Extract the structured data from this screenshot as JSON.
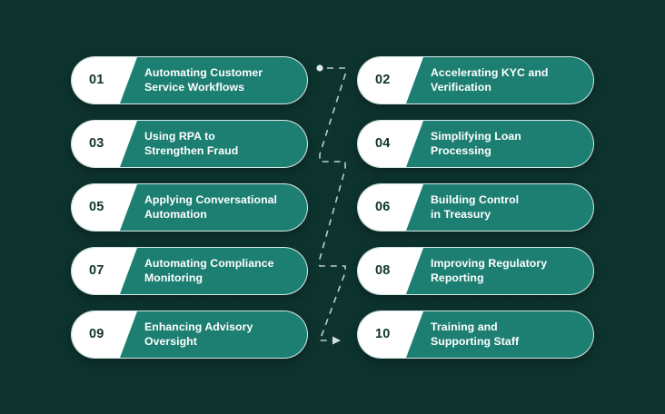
{
  "theme": {
    "background": "#0d332e",
    "pill_fill": "#1d7f72",
    "pill_border": "#ffffff",
    "number_bg": "#ffffff",
    "number_text": "#10332e",
    "label_text": "#ffffff",
    "connector": "#b9cfca"
  },
  "connector": {
    "start_marker": "dot-marker",
    "end_marker": "arrow-marker",
    "style": "dashed-zigzag"
  },
  "left_column": [
    {
      "number": "01",
      "label": "Automating Customer\nService Workflows"
    },
    {
      "number": "03",
      "label": "Using RPA to\nStrengthen Fraud"
    },
    {
      "number": "05",
      "label": "Applying Conversational\nAutomation"
    },
    {
      "number": "07",
      "label": "Automating Compliance\nMonitoring"
    },
    {
      "number": "09",
      "label": "Enhancing Advisory\nOversight"
    }
  ],
  "right_column": [
    {
      "number": "02",
      "label": "Accelerating KYC and\nVerification"
    },
    {
      "number": "04",
      "label": "Simplifying Loan\nProcessing"
    },
    {
      "number": "06",
      "label": "Building Control\nin Treasury"
    },
    {
      "number": "08",
      "label": "Improving Regulatory\nReporting"
    },
    {
      "number": "10",
      "label": "Training and\nSupporting Staff"
    }
  ]
}
